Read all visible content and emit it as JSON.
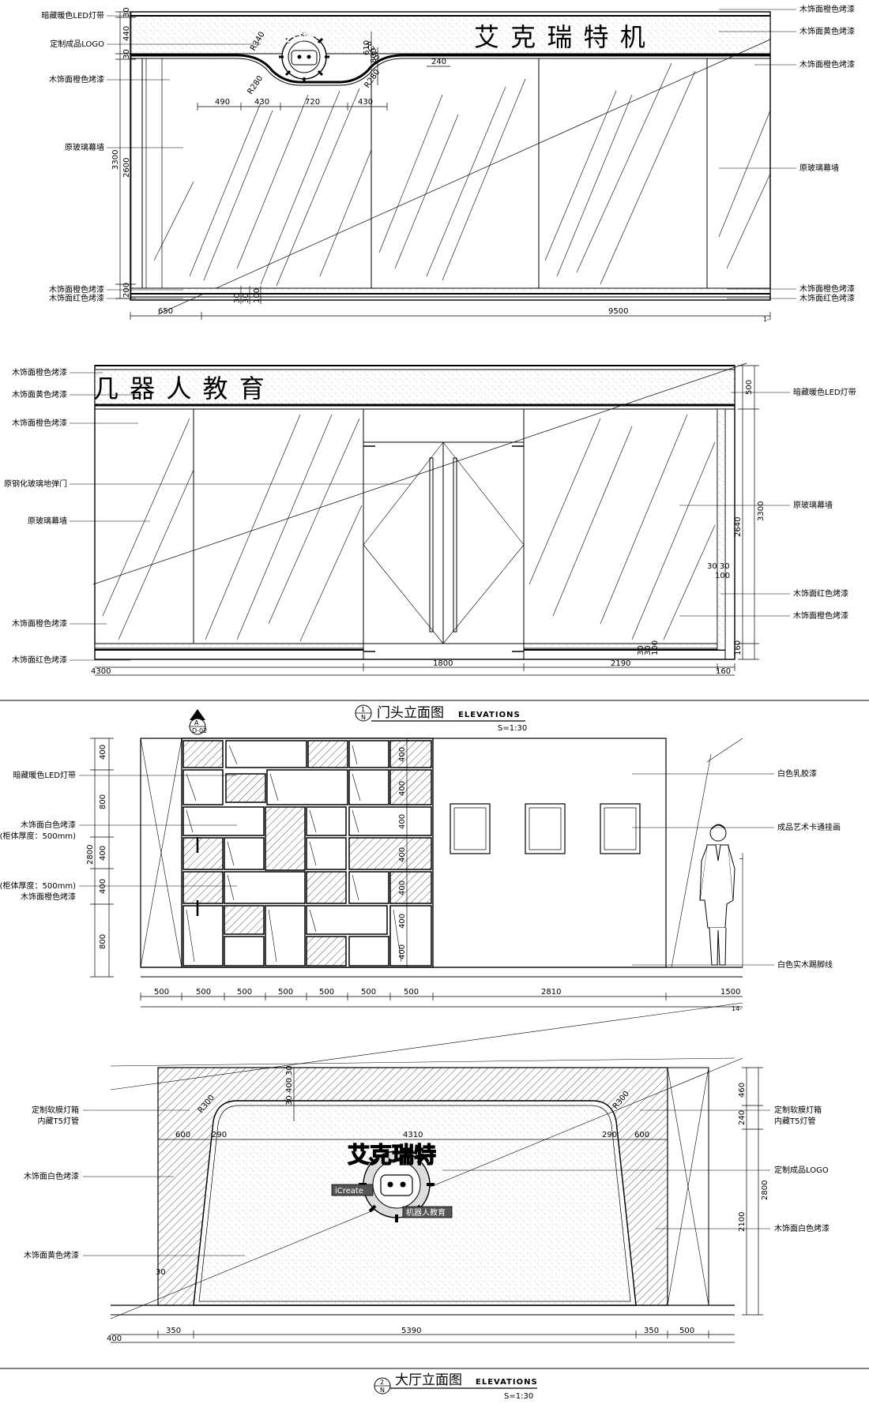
{
  "elev1": {
    "sign_text": "艾 克 瑞 特 机",
    "logo_text": "艾克瑞特",
    "callouts_left": [
      "暗藏暖色LED灯带",
      "定制成品LOGO",
      "木饰面橙色烤漆",
      "原玻璃幕墙",
      "木饰面橙色烤漆",
      "木饰面红色烤漆"
    ],
    "callouts_right": [
      "木饰面橙色烤漆",
      "木饰面黄色烤漆",
      "木饰面橙色烤漆",
      "原玻璃幕墙",
      "木饰面橙色烤漆",
      "木饰面红色烤漆"
    ],
    "dims_left": [
      "30",
      "440",
      "30",
      "3300",
      "2600",
      "200"
    ],
    "dims_top": [
      "490",
      "430",
      "720",
      "430"
    ],
    "dims_logo": [
      "R340",
      "R340",
      "R280",
      "R280",
      "610",
      "800",
      "240"
    ],
    "dims_bottom": [
      "650",
      "9500",
      "30",
      "30",
      "100"
    ],
    "page_mark": "1-"
  },
  "elev2": {
    "sign_text": "几 器 人 教 育",
    "callouts_left": [
      "木饰面橙色烤漆",
      "木饰面黄色烤漆",
      "木饰面橙色烤漆",
      "原钢化玻璃地弹门",
      "原玻璃幕墙",
      "木饰面橙色烤漆",
      "木饰面红色烤漆"
    ],
    "callouts_right": [
      "暗藏暖色LED灯带",
      "原玻璃幕墙",
      "木饰面红色烤漆",
      "木饰面橙色烤漆"
    ],
    "dims_right": [
      "500",
      "2640",
      "3300",
      "160"
    ],
    "dims_inner": [
      "30 30",
      "100",
      "30",
      "30",
      "100"
    ],
    "dims_bottom": [
      "4300",
      "1800",
      "2190",
      "160"
    ]
  },
  "title1": {
    "num": "1",
    "sub": "N",
    "cn": "门头立面图",
    "en": "ELEVATIONS",
    "scale": "S=1:30"
  },
  "elev3": {
    "section_tag": "A",
    "section_ref": "D-02",
    "callouts_left": [
      "暗藏暖色LED灯带",
      "木饰面白色烤漆",
      "(柜体厚度：500mm)",
      "(柜体厚度：500mm)",
      "木饰面橙色烤漆"
    ],
    "callouts_right": [
      "白色乳胶漆",
      "成品艺术卡通挂画",
      "白色实木踢脚线"
    ],
    "dims_left": [
      "400",
      "800",
      "2800",
      "400",
      "400",
      "800"
    ],
    "dims_mid": [
      "400",
      "400",
      "400",
      "400",
      "400",
      "400",
      "400"
    ],
    "dims_bottom": [
      "500",
      "500",
      "500",
      "500",
      "500",
      "500",
      "500",
      "2810",
      "1500"
    ],
    "page_mark": "14-"
  },
  "elev4": {
    "logo_text": "艾克瑞特",
    "logo_sub": "iCreate",
    "logo_sub2": "机器人教育",
    "callouts_left": [
      "定制软膜灯箱",
      "内藏T5灯管",
      "木饰面白色烤漆",
      "木饰面黄色烤漆"
    ],
    "callouts_right": [
      "定制软膜灯箱",
      "内藏T5灯管",
      "定制成品LOGO",
      "木饰面白色烤漆"
    ],
    "dims_right": [
      "460",
      "240",
      "2800",
      "2100"
    ],
    "dims_inner": [
      "30",
      "400",
      "30",
      "R300",
      "R300",
      "600",
      "290",
      "4310",
      "290",
      "600",
      "30"
    ],
    "dims_bottom": [
      "400",
      "350",
      "5390",
      "350",
      "500"
    ]
  },
  "title2": {
    "num": "2",
    "sub": "N",
    "cn": "大厅立面图",
    "en": "ELEVATIONS",
    "scale": "S=1:30"
  }
}
